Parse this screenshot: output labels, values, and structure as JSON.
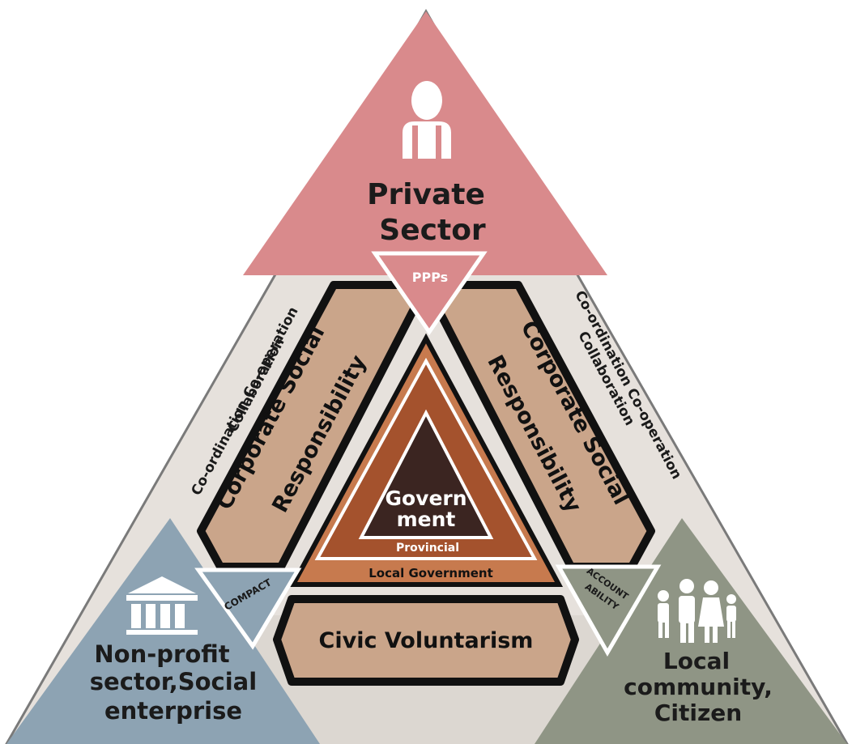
{
  "diagram": {
    "corners": {
      "top": {
        "title_line1": "Private",
        "title_line2": "Sector",
        "icon": "person-icon",
        "color": "#d98a8c"
      },
      "bottom_left": {
        "line1": "Non-profit",
        "line2": "sector,Social",
        "line3": "enterprise",
        "icon": "building-icon",
        "color": "#8da3b3"
      },
      "bottom_right": {
        "line1": "Local",
        "line2": "community,",
        "line3": "Citizen",
        "icon": "family-icon",
        "color": "#8f9585"
      }
    },
    "connectors": {
      "top": "PPPs",
      "left": "COMPACT",
      "right_line1": "ACCOUNT",
      "right_line2": "ABILITY"
    },
    "side_bands": {
      "left_line1": "Co-ordination Co-operation",
      "left_line2": "Collaboration",
      "right_line1": "Co-ordination Co-operation",
      "right_line2": "Collaboration"
    },
    "csr": {
      "left_line1": "Corporate Social",
      "left_line2": "Responsibility",
      "right_line1": "Corporate Social",
      "right_line2": "Responsibility"
    },
    "bottom_bar": "Civic Voluntarism",
    "center": {
      "core_line1": "Govern",
      "core_line2": "ment",
      "middle_label": "Provincial",
      "outer_label": "Local Government"
    },
    "colors": {
      "band": "#e6e1dc",
      "csr_fill": "#caa58a",
      "outer_triangle": "#c77a4e",
      "middle_triangle": "#a4522d",
      "core_triangle": "#3b2521",
      "outline": "#111111"
    }
  }
}
